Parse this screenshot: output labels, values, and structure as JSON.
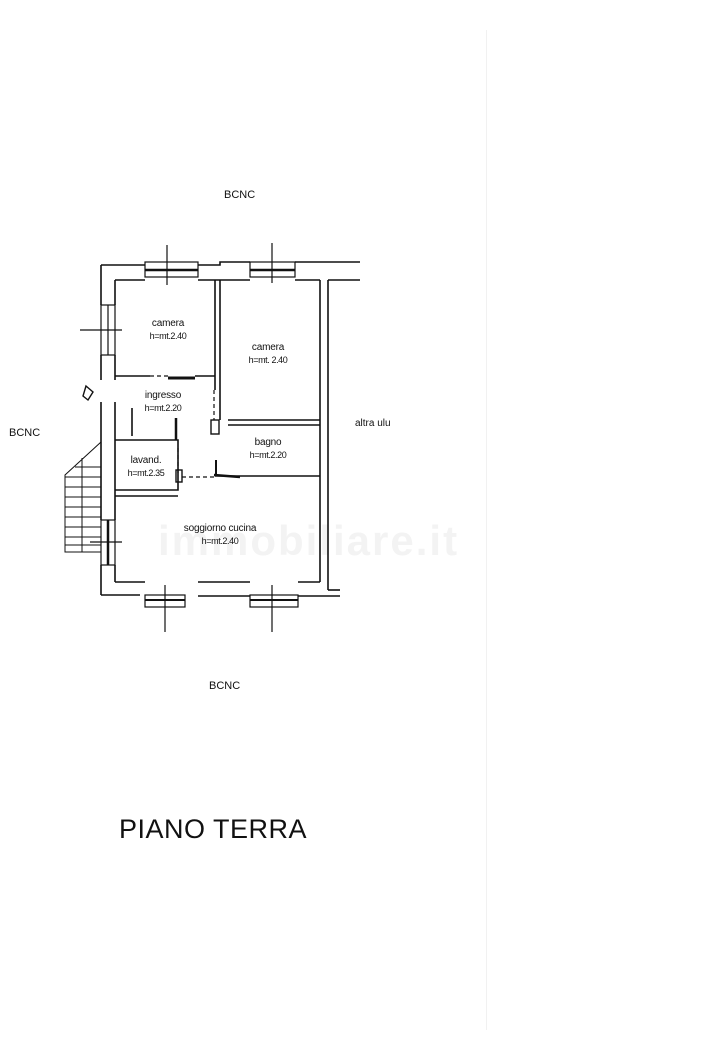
{
  "plan": {
    "title": "PIANO TERRA",
    "surroundings": {
      "top": "BCNC",
      "left": "BCNC",
      "bottom": "BCNC",
      "right": "altra ulu"
    },
    "rooms": [
      {
        "name": "camera",
        "height": "h=mt.2.40"
      },
      {
        "name": "camera",
        "height": "h=mt. 2.40"
      },
      {
        "name": "ingresso",
        "height": "h=mt.2.20"
      },
      {
        "name": "bagno",
        "height": "h=mt.2.20"
      },
      {
        "name": "lavand.",
        "height": "h=mt.2.35"
      },
      {
        "name": "soggiorno cucina",
        "height": "h=mt.2.40"
      }
    ],
    "watermark": "immobiliare.it",
    "colors": {
      "ink": "#111111",
      "watermark": "#f3f3f3",
      "background": "#ffffff"
    }
  }
}
